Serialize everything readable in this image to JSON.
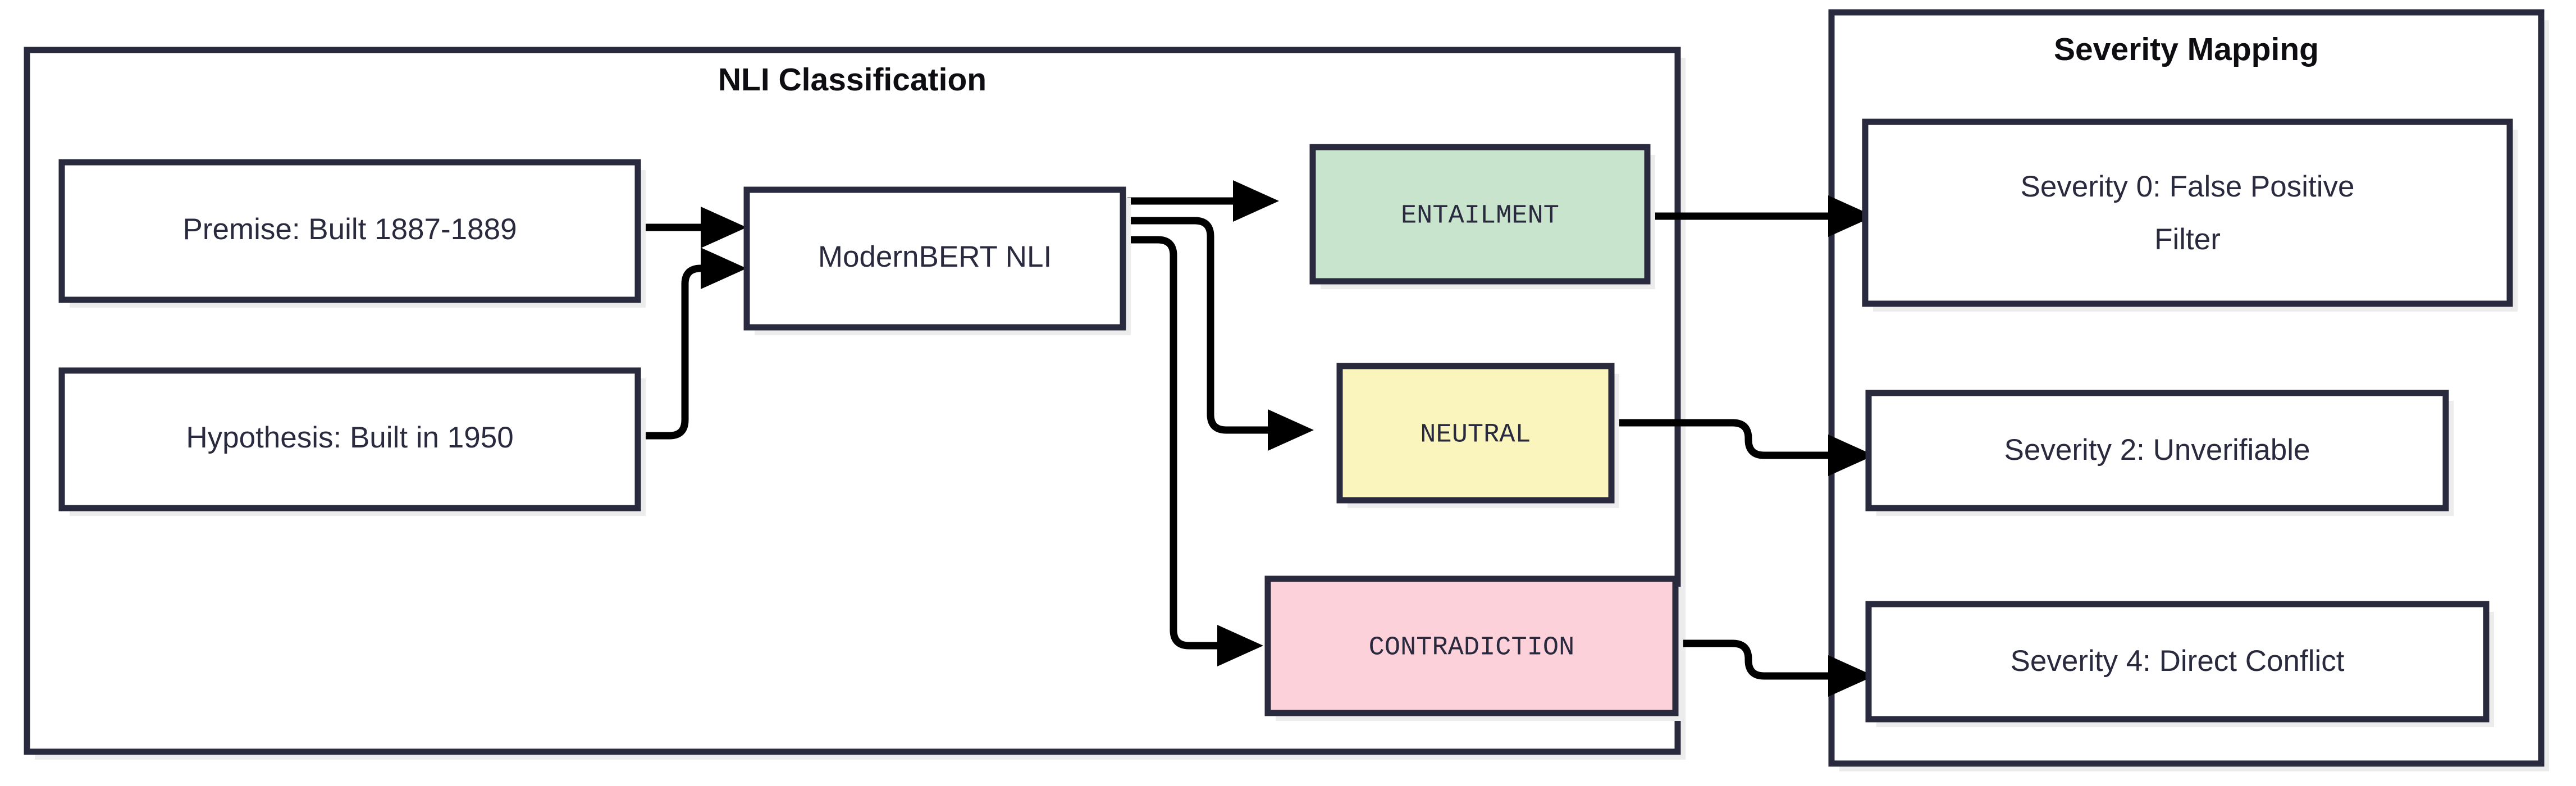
{
  "diagram": {
    "type": "flowchart",
    "direction": "left-to-right",
    "background_color": "#ffffff",
    "border_color": "#2a2a3f",
    "edge_color": "#000000",
    "shadow_color": "#ececec",
    "subgraphs": [
      {
        "id": "nli",
        "title": "NLI Classification"
      },
      {
        "id": "severity",
        "title": "Severity Mapping"
      }
    ],
    "nodes": [
      {
        "id": "premise",
        "label": "Premise: Built 1887-1889",
        "subgraph": "nli",
        "fill": "#ffffff",
        "style": "plain"
      },
      {
        "id": "hypothesis",
        "label": "Hypothesis: Built in 1950",
        "subgraph": "nli",
        "fill": "#ffffff",
        "style": "plain"
      },
      {
        "id": "model",
        "label": "ModernBERT NLI",
        "subgraph": "nli",
        "fill": "#ffffff",
        "style": "plain"
      },
      {
        "id": "entailment",
        "label": "ENTAILMENT",
        "subgraph": "nli",
        "fill": "#c9e4cc",
        "style": "entail"
      },
      {
        "id": "neutral",
        "label": "NEUTRAL",
        "subgraph": "nli",
        "fill": "#faf4bd",
        "style": "neutral"
      },
      {
        "id": "contradiction",
        "label": "CONTRADICTION",
        "subgraph": "nli",
        "fill": "#fdd1d9",
        "style": "contra"
      },
      {
        "id": "sev0",
        "label": "Severity 0: False Positive",
        "label2": "Filter",
        "subgraph": "severity",
        "fill": "#ffffff",
        "style": "plain"
      },
      {
        "id": "sev2",
        "label": "Severity 2: Unverifiable",
        "subgraph": "severity",
        "fill": "#ffffff",
        "style": "plain"
      },
      {
        "id": "sev4",
        "label": "Severity 4: Direct Conflict",
        "subgraph": "severity",
        "fill": "#ffffff",
        "style": "plain"
      }
    ],
    "edges": [
      {
        "from": "premise",
        "to": "model"
      },
      {
        "from": "hypothesis",
        "to": "model"
      },
      {
        "from": "model",
        "to": "entailment"
      },
      {
        "from": "model",
        "to": "neutral"
      },
      {
        "from": "model",
        "to": "contradiction"
      },
      {
        "from": "entailment",
        "to": "sev0"
      },
      {
        "from": "neutral",
        "to": "sev2"
      },
      {
        "from": "contradiction",
        "to": "sev4"
      }
    ]
  }
}
